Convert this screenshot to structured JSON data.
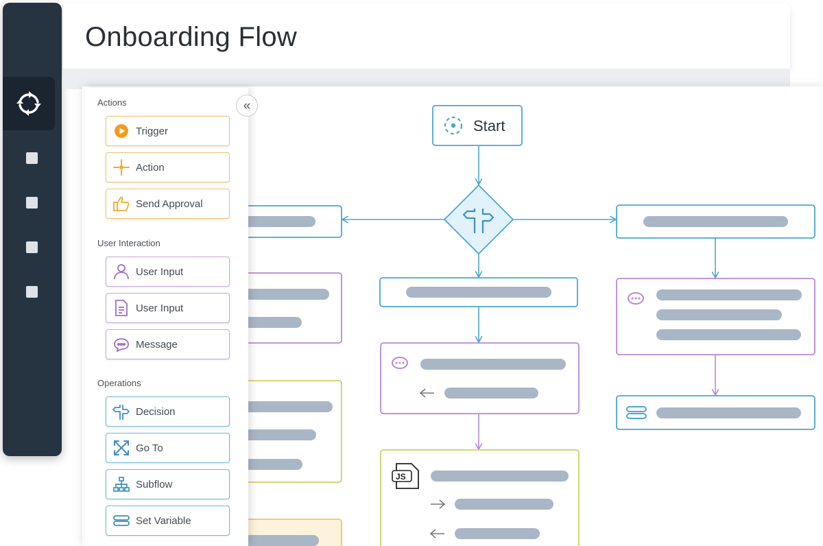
{
  "header": {
    "title": "Onboarding Flow"
  },
  "rail": {
    "main_icon": "refresh-cycle-icon",
    "items": [
      "nav-item-1",
      "nav-item-2",
      "nav-item-3",
      "nav-item-4"
    ]
  },
  "palette": {
    "collapse_icon": "double-chevron-left-icon",
    "collapse_glyph": "«",
    "sections": [
      {
        "title": "Actions",
        "items": [
          {
            "label": "Trigger",
            "icon": "play-circle-icon"
          },
          {
            "label": "Action",
            "icon": "crosshair-icon"
          },
          {
            "label": "Send Approval",
            "icon": "thumbs-up-icon"
          }
        ]
      },
      {
        "title": "User Interaction",
        "items": [
          {
            "label": "User Input",
            "icon": "user-icon"
          },
          {
            "label": "User Input",
            "icon": "document-icon"
          },
          {
            "label": "Message",
            "icon": "chat-bubble-icon"
          }
        ]
      },
      {
        "title": "Operations",
        "items": [
          {
            "label": "Decision",
            "icon": "signpost-icon"
          },
          {
            "label": "Go To",
            "icon": "arrows-cross-icon"
          },
          {
            "label": "Subflow",
            "icon": "hierarchy-icon"
          },
          {
            "label": "Set Variable",
            "icon": "variable-icon"
          }
        ]
      }
    ]
  },
  "flow": {
    "start_label": "Start",
    "code_badge": "JS"
  },
  "colors": {
    "rail": "#263442",
    "orange": "#f3c26a",
    "purple": "#c9a5e0",
    "teal": "#6fb9d6",
    "olive": "#cfcf6a",
    "placeholder": "#a9b6c6",
    "connector": "#4aa6d2"
  }
}
